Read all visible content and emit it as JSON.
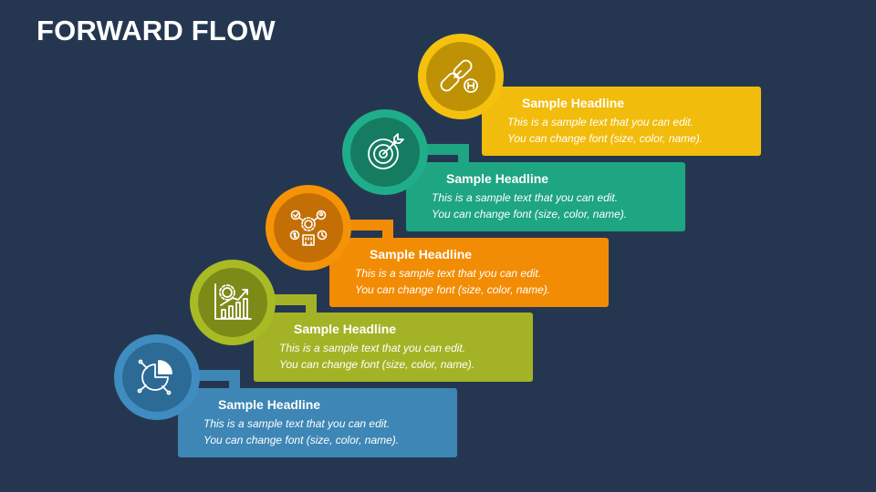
{
  "title": "FORWARD FLOW",
  "steps": [
    {
      "headline": "Sample Headline",
      "line1": "This is a sample text that you can edit.",
      "line2": "You can change font (size, color, name).",
      "icon": "pie-chart-icon",
      "color": "#3e86b5",
      "ring": "#3f8dc0",
      "inner": "#2c6b95"
    },
    {
      "headline": "Sample Headline",
      "line1": "This is a sample text that you can edit.",
      "line2": "You can change font (size, color, name).",
      "icon": "growth-chart-gear-icon",
      "color": "#a4b326",
      "ring": "#a9bb24",
      "inner": "#7c8a18"
    },
    {
      "headline": "Sample Headline",
      "line1": "This is a sample text that you can edit.",
      "line2": "You can change font (size, color, name).",
      "icon": "business-network-icon",
      "color": "#f28c05",
      "ring": "#f59307",
      "inner": "#c36f05"
    },
    {
      "headline": "Sample Headline",
      "line1": "This is a sample text that you can edit.",
      "line2": "You can change font (size, color, name).",
      "icon": "target-icon",
      "color": "#1ea582",
      "ring": "#1fae89",
      "inner": "#157c62"
    },
    {
      "headline": "Sample Headline",
      "line1": "This is a sample text that you can edit.",
      "line2": "You can change font (size, color, name).",
      "icon": "chain-link-icon",
      "color": "#f1bc0c",
      "ring": "#f4c20e",
      "inner": "#bf9206"
    }
  ]
}
